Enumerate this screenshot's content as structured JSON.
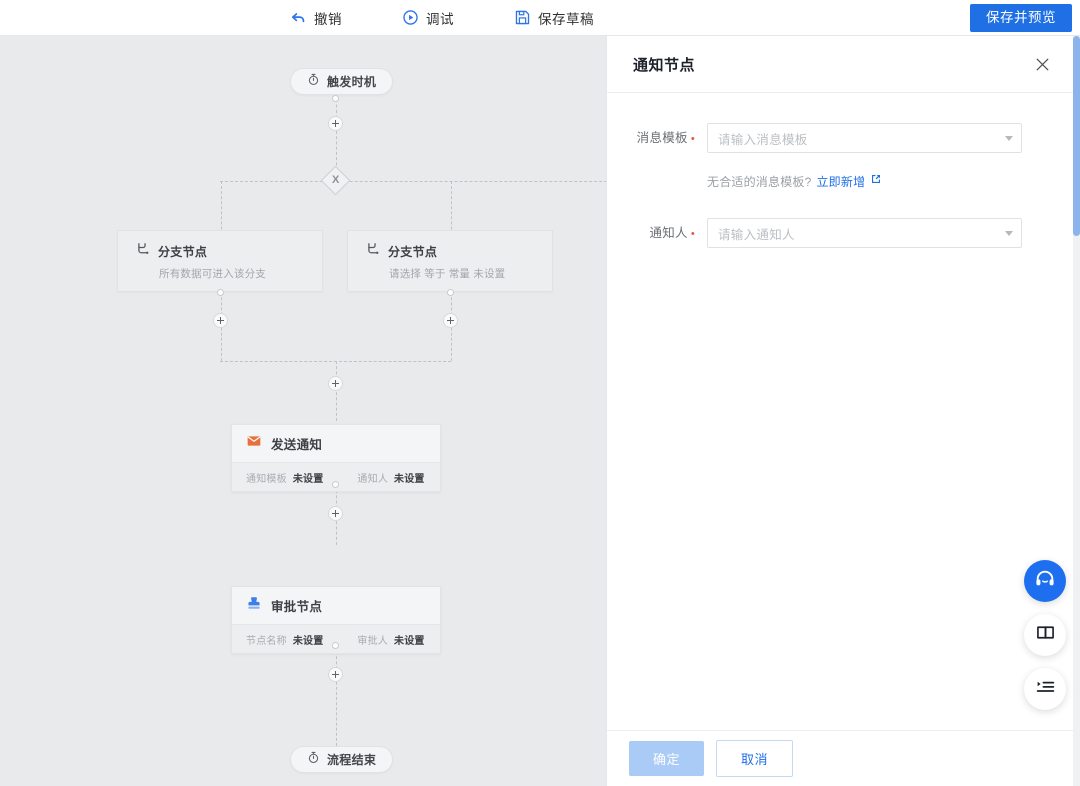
{
  "toolbar": {
    "items": [
      {
        "label": "撤销",
        "icon": "undo-icon"
      },
      {
        "label": "调试",
        "icon": "play-circle-icon"
      },
      {
        "label": "保存草稿",
        "icon": "save-icon"
      }
    ],
    "save_preview_label": "保存并预览"
  },
  "canvas": {
    "start_node": {
      "label": "触发时机",
      "icon": "timer-icon"
    },
    "end_node": {
      "label": "流程结束",
      "icon": "timer-icon"
    },
    "gateway": {
      "symbol": "X"
    },
    "branches": [
      {
        "title": "分支节点",
        "subtitle": "所有数据可进入该分支",
        "icon": "branch-icon"
      },
      {
        "title": "分支节点",
        "subtitle": "请选择 等于 常量 未设置",
        "icon": "branch-icon"
      }
    ],
    "cards": [
      {
        "title": "发送通知",
        "icon": "mail-icon",
        "fields": [
          {
            "label": "通知模板",
            "value": "未设置"
          },
          {
            "label": "通知人",
            "value": "未设置"
          }
        ]
      },
      {
        "title": "审批节点",
        "icon": "stamp-icon",
        "fields": [
          {
            "label": "节点名称",
            "value": "未设置"
          },
          {
            "label": "审批人",
            "value": "未设置"
          }
        ]
      }
    ],
    "add_button_label": "+"
  },
  "panel": {
    "title": "通知节点",
    "close_icon": "close-icon",
    "fields": [
      {
        "label": "消息模板",
        "required": true,
        "placeholder": "请输入消息模板",
        "value": ""
      },
      {
        "label": "通知人",
        "required": true,
        "placeholder": "请输入通知人",
        "value": ""
      }
    ],
    "hint": {
      "text": "无合适的消息模板?",
      "link": "立即新增",
      "link_icon": "external-link-icon"
    },
    "footer": {
      "confirm_label": "确定",
      "cancel_label": "取消"
    }
  },
  "fabs": [
    {
      "icon": "headset-icon",
      "primary": true
    },
    {
      "icon": "book-icon",
      "primary": false
    },
    {
      "icon": "list-icon",
      "primary": false
    }
  ],
  "colors": {
    "brand_blue": "#1f6fe5",
    "canvas_bg": "#e8eaec",
    "mail_orange": "#e8703a",
    "required_red": "#e8563f"
  }
}
